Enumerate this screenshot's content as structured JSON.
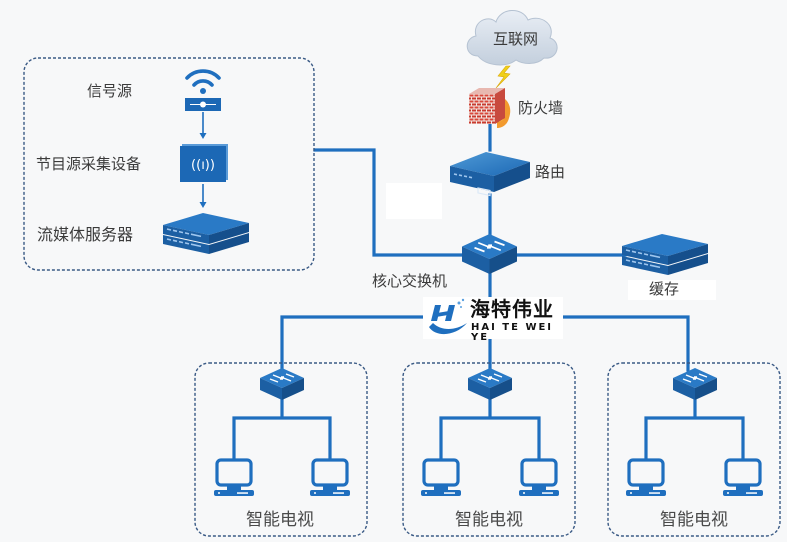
{
  "colors": {
    "line": "#1f6fbf",
    "device": "#1c68b5",
    "device_dark": "#154f8c",
    "dashed_border": "#3a5a85",
    "background": "#f7f8f9"
  },
  "internet": {
    "label": "互联网",
    "icon": "cloud-icon"
  },
  "lightning": {
    "icon": "lightning-icon"
  },
  "firewall": {
    "label": "防火墙",
    "icon": "firewall-icon"
  },
  "router": {
    "label": "路由",
    "icon": "router-icon"
  },
  "core_switch": {
    "label": "核心交换机",
    "icon": "switch-icon"
  },
  "cache": {
    "label": "缓存",
    "icon": "server-icon"
  },
  "source_group": {
    "items": [
      {
        "label": "信号源",
        "icon": "wifi-signal-icon"
      },
      {
        "label": "节目源采集设备",
        "icon": "antenna-device-icon"
      },
      {
        "label": "流媒体服务器",
        "icon": "server-icon"
      }
    ]
  },
  "logo": {
    "cn": "海特伟业",
    "en": "HAI TE WEI YE",
    "icon": "ht-logo-icon"
  },
  "tv_groups": [
    {
      "label": "智能电视",
      "switch_icon": "switch-icon",
      "terminals": [
        "monitor-icon",
        "monitor-icon"
      ]
    },
    {
      "label": "智能电视",
      "switch_icon": "switch-icon",
      "terminals": [
        "monitor-icon",
        "monitor-icon"
      ]
    },
    {
      "label": "智能电视",
      "switch_icon": "switch-icon",
      "terminals": [
        "monitor-icon",
        "monitor-icon"
      ]
    }
  ]
}
